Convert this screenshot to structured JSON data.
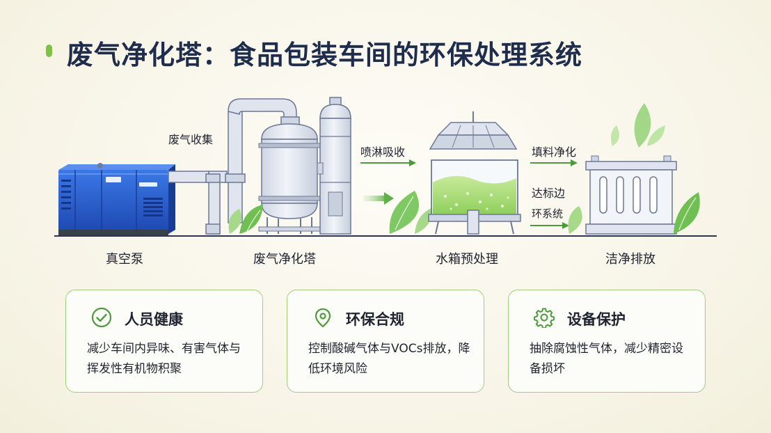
{
  "title": "废气净化塔：食品包装车间的环保处理系统",
  "flow_labels": {
    "collect": "废气收集",
    "spray": "喷淋吸收",
    "filler": "填料净化",
    "standard_1": "达标边",
    "standard_2": "环系统"
  },
  "stages": [
    "真空泵",
    "废气净化塔",
    "水箱预处理",
    "洁净排放"
  ],
  "cards": [
    {
      "title": "人员健康",
      "body": "减少车间内异味、有害气体与挥发性有机物积聚",
      "icon": "check-circle-icon"
    },
    {
      "title": "环保合规",
      "body": "控制酸碱气体与VOCs排放，降低环境风险",
      "icon": "location-pin-icon"
    },
    {
      "title": "设备保护",
      "body": "抽除腐蚀性气体，减少精密设备损坏",
      "icon": "gear-icon"
    }
  ],
  "colors": {
    "title": "#1f2d4d",
    "accent_green": "#4c9a3a",
    "card_border": "#9fcf7a",
    "pump_blue": "#2457c8",
    "equipment_gray": "#dfe4ee"
  }
}
